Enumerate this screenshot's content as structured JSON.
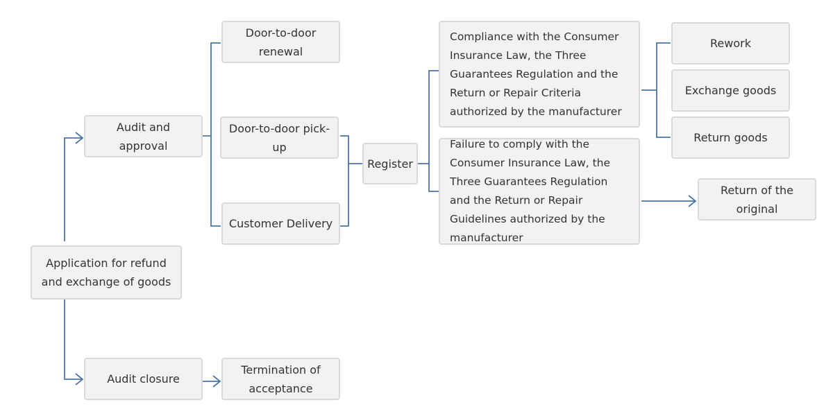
{
  "colors": {
    "line": "#4a76a8",
    "node_fill": "#f2f2f2",
    "node_border": "#d9d9d9",
    "text": "#333333"
  },
  "nodes": {
    "application": "Application for refund and exchange of goods",
    "audit_approval": "Audit and approval",
    "audit_closure": "Audit closure",
    "termination": "Termination of acceptance",
    "door_renewal": "Door-to-door renewal",
    "door_pickup": "Door-to-door pick-up",
    "customer_delivery": "Customer Delivery",
    "register": "Register",
    "compliance": "Compliance with the Consumer Insurance Law, the Three Guarantees Regulation and the Return or Repair Criteria authorized by the manufacturer",
    "failure": "Failure to comply with the Consumer Insurance Law, the Three Guarantees Regulation and the Return or Repair Guidelines authorized by the manufacturer",
    "rework": "Rework",
    "exchange_goods": "Exchange goods",
    "return_goods": "Return goods",
    "return_original": "Return of the original"
  }
}
